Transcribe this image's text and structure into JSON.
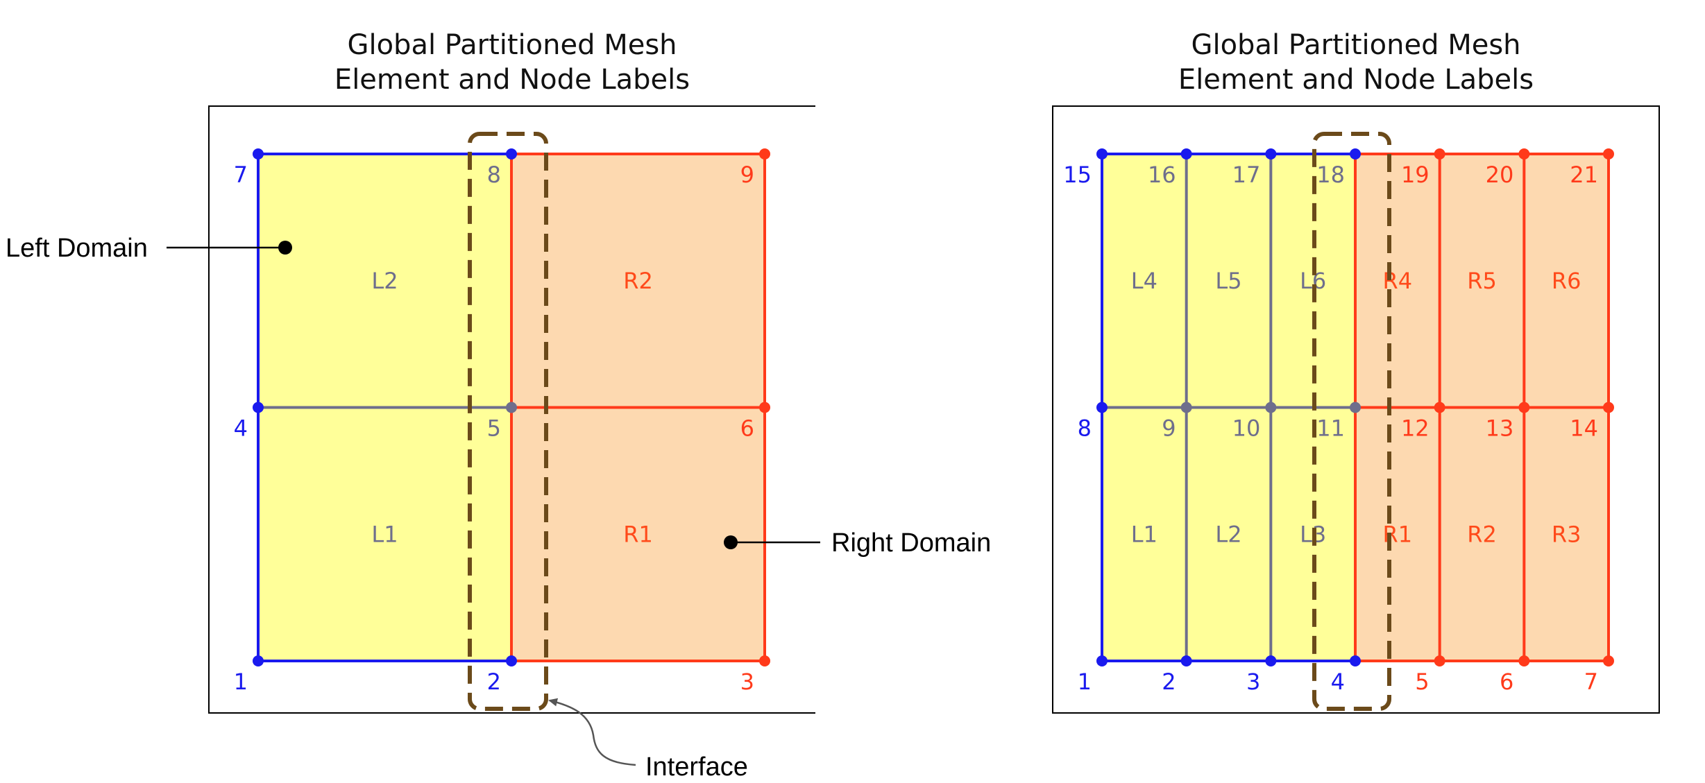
{
  "colors": {
    "left_fill": "#ffff99",
    "right_fill": "#fdd9b0",
    "left_edge": "#1a1aee",
    "right_edge": "#ff3a1a",
    "interior_edge": "#6e6e8c",
    "left_label": "#1a1aee",
    "right_label": "#ff3a1a",
    "element_label_left": "#6e6e8c",
    "element_label_right": "#ff4a1a",
    "interface_box": "#6b4a1a",
    "annotation": "#000000"
  },
  "annotations": {
    "left_domain": "Left Domain",
    "right_domain": "Right Domain",
    "interface": "Interface"
  },
  "panels": [
    {
      "title_line1": "Global Partitioned Mesh",
      "title_line2": "Element and Node Labels",
      "nx": 2,
      "ny": 2,
      "nodes": [
        "1",
        "2",
        "3",
        "4",
        "5",
        "6",
        "7",
        "8",
        "9"
      ],
      "elements": [
        {
          "label": "L1",
          "domain": "left"
        },
        {
          "label": "R1",
          "domain": "right"
        },
        {
          "label": "L2",
          "domain": "left"
        },
        {
          "label": "R2",
          "domain": "right"
        }
      ]
    },
    {
      "title_line1": "Global Partitioned Mesh",
      "title_line2": "Element and Node Labels",
      "nx": 6,
      "ny": 2,
      "nodes": [
        "1",
        "2",
        "3",
        "4",
        "5",
        "6",
        "7",
        "8",
        "9",
        "10",
        "11",
        "12",
        "13",
        "14",
        "15",
        "16",
        "17",
        "18",
        "19",
        "20",
        "21"
      ],
      "elements": [
        {
          "label": "L1",
          "domain": "left"
        },
        {
          "label": "L2",
          "domain": "left"
        },
        {
          "label": "L3",
          "domain": "left"
        },
        {
          "label": "R1",
          "domain": "right"
        },
        {
          "label": "R2",
          "domain": "right"
        },
        {
          "label": "R3",
          "domain": "right"
        },
        {
          "label": "L4",
          "domain": "left"
        },
        {
          "label": "L5",
          "domain": "left"
        },
        {
          "label": "L6",
          "domain": "left"
        },
        {
          "label": "R4",
          "domain": "right"
        },
        {
          "label": "R5",
          "domain": "right"
        },
        {
          "label": "R6",
          "domain": "right"
        }
      ]
    }
  ]
}
